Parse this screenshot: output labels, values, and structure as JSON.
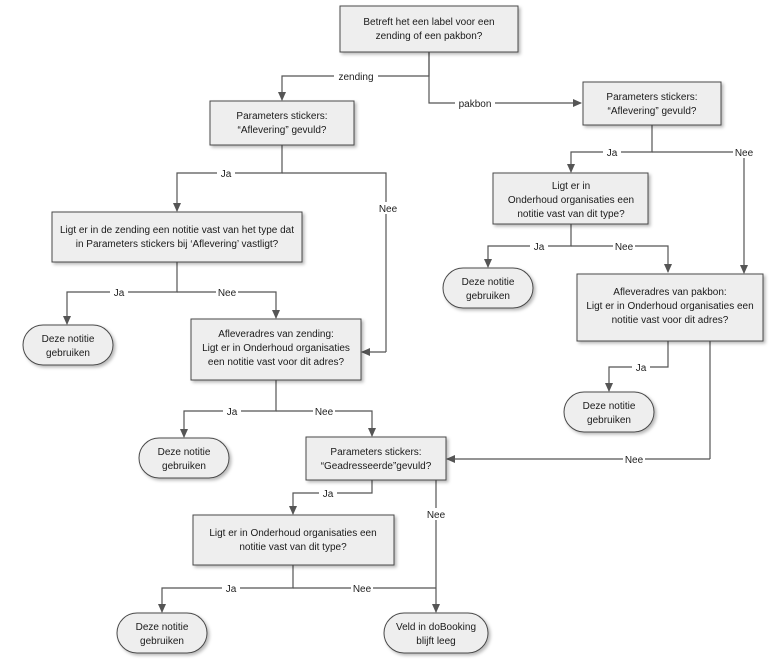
{
  "nodes": {
    "start": [
      "Betreft het een label voor een",
      "zending of een pakbon?"
    ],
    "z_param": [
      "Parameters stickers:",
      "“Aflevering” gevuld?"
    ],
    "z_notitie_type": [
      "Ligt er in de zending een notitie vast van het type dat",
      "in Parameters stickers bij ‘Aflevering’ vastligt?"
    ],
    "z_use1": [
      "Deze notitie",
      "gebruiken"
    ],
    "z_adres": [
      "Afleveradres van zending:",
      "Ligt er in Onderhoud organisaties",
      "een notitie vast voor dit adres?"
    ],
    "z_use2": [
      "Deze notitie",
      "gebruiken"
    ],
    "geadresseerde": [
      "Parameters stickers:",
      "“Geadresseerde”gevuld?"
    ],
    "g_type": [
      "Ligt er in Onderhoud organisaties een",
      "notitie vast van dit type?"
    ],
    "g_use": [
      "Deze notitie",
      "gebruiken"
    ],
    "leeg": [
      "Veld in doBooking",
      "blijft leeg"
    ],
    "p_param": [
      "Parameters stickers:",
      "“Aflevering” gevuld?"
    ],
    "p_type": [
      "Ligt er in",
      "Onderhoud organisaties een",
      "notitie vast van dit type?"
    ],
    "p_use1": [
      "Deze notitie",
      "gebruiken"
    ],
    "p_adres": [
      "Afleveradres van pakbon:",
      "Ligt er in Onderhoud organisaties een",
      "notitie vast voor dit adres?"
    ],
    "p_use2": [
      "Deze notitie",
      "gebruiken"
    ]
  },
  "edge_labels": {
    "zending": "zending",
    "pakbon": "pakbon",
    "ja": "Ja",
    "nee": "Nee"
  },
  "colors": {
    "box_fill": "#eeeeee",
    "box_stroke": "#4a4a4a",
    "connector": "#555555"
  }
}
